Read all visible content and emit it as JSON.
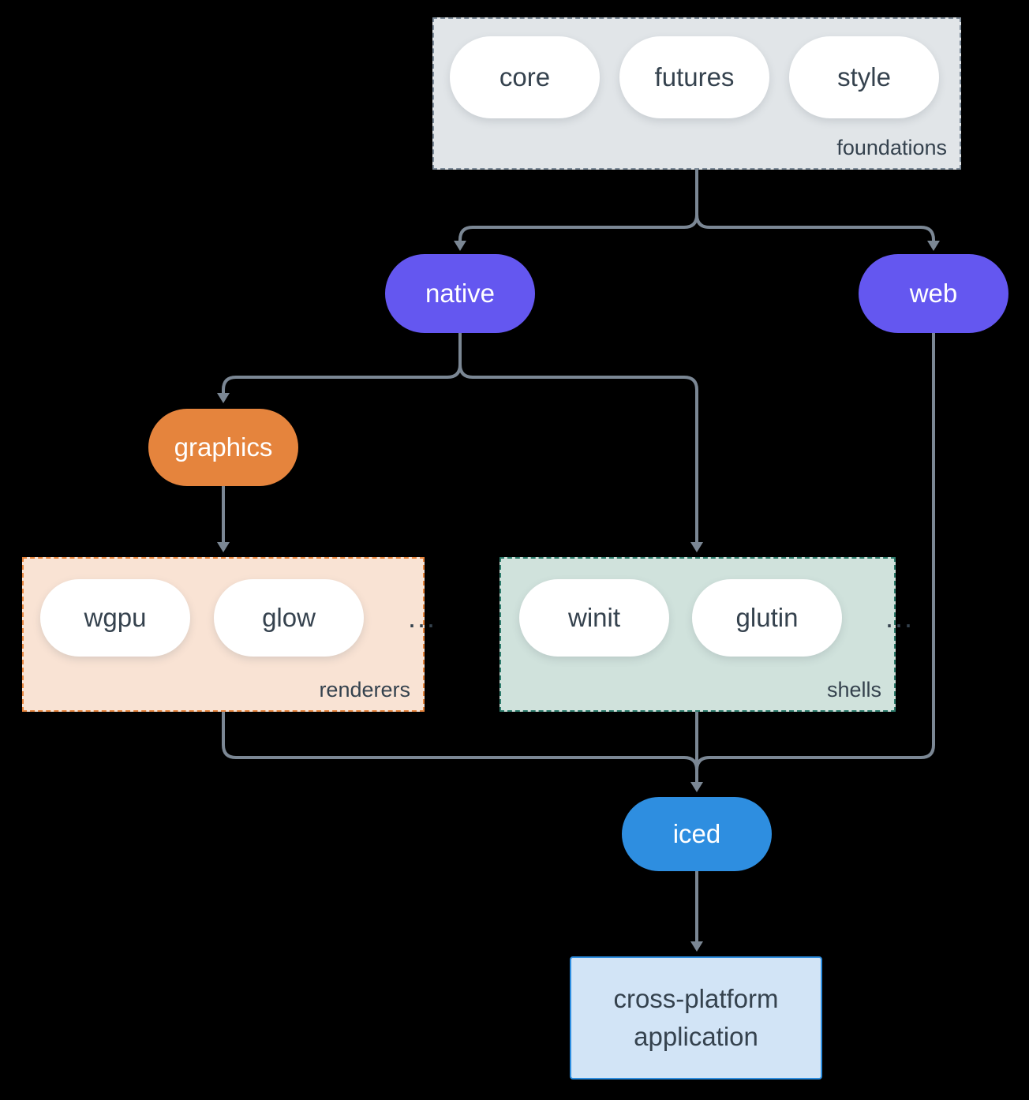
{
  "colors": {
    "line": "#7b8794",
    "purple": "#6457f0",
    "orange": "#e5843d",
    "blue": "#2e8ee0",
    "teal": "#2e7c6c",
    "foundations-bg": "#e1e5e8",
    "foundations-border": "#7e8c9a",
    "renderers-bg": "#f9e3d4",
    "shells-bg": "#d0e2dc",
    "app-bg": "#d2e4f6",
    "darktext": "#35424e"
  },
  "foundations": {
    "label": "foundations",
    "pills": [
      "core",
      "futures",
      "style"
    ]
  },
  "native": {
    "label": "native"
  },
  "web": {
    "label": "web"
  },
  "graphics": {
    "label": "graphics"
  },
  "renderers": {
    "label": "renderers",
    "pills": [
      "wgpu",
      "glow"
    ],
    "ellipsis": "..."
  },
  "shells": {
    "label": "shells",
    "pills": [
      "winit",
      "glutin"
    ],
    "ellipsis": "..."
  },
  "iced": {
    "label": "iced"
  },
  "application": {
    "label_line1": "cross-platform",
    "label_line2": "application"
  }
}
